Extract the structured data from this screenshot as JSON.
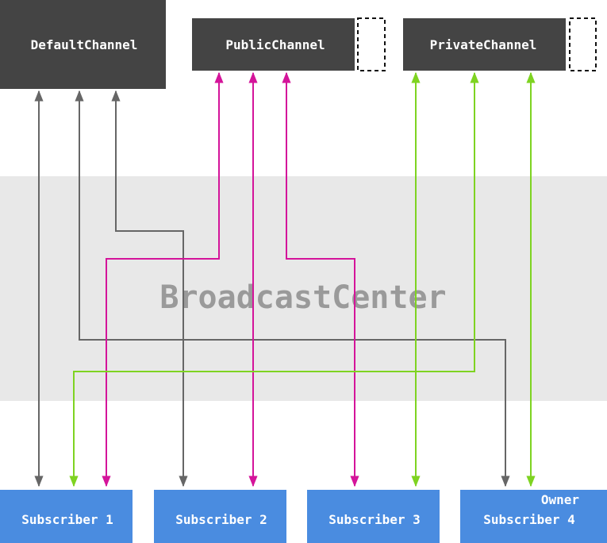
{
  "colors": {
    "channel_bg": "#444444",
    "subscriber_bg": "#4a8ce0",
    "center_band": "#e8e8e8",
    "default_line": "#666666",
    "public_line": "#d4149a",
    "private_line": "#7ed321",
    "label_text": "#ffffff",
    "center_text": "#9a9a9a"
  },
  "channels": {
    "default": {
      "label": "DefaultChannel"
    },
    "public": {
      "label": "PublicChannel"
    },
    "private": {
      "label": "PrivateChannel"
    }
  },
  "center": {
    "label": "BroadcastCenter"
  },
  "subscribers": {
    "s1": {
      "label": "Subscriber 1"
    },
    "s2": {
      "label": "Subscriber 2"
    },
    "s3": {
      "label": "Subscriber 3"
    },
    "s4": {
      "label": "Subscriber 4",
      "role": "Owner"
    }
  }
}
